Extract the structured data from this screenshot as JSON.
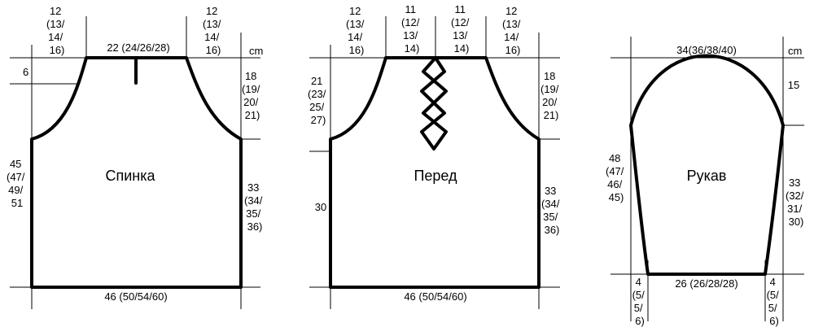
{
  "units": "cm",
  "back": {
    "title": "Спинка",
    "shoulder_left": [
      "12",
      "(13/",
      "14/",
      "16)"
    ],
    "shoulder_right": [
      "12",
      "(13/",
      "14/",
      "16)"
    ],
    "neck_width": "22 (24/26/28)",
    "neck_depth": "6",
    "armhole": [
      "18",
      "(19/",
      "20/",
      "21)"
    ],
    "body_length": [
      "45",
      "(47/",
      "49/",
      "51"
    ],
    "side": [
      "33",
      "(34/",
      "35/",
      "36)"
    ],
    "width": "46 (50/54/60)"
  },
  "front": {
    "title": "Перед",
    "shoulder_left": [
      "12",
      "(13/",
      "14/",
      "16)"
    ],
    "neck_left": [
      "11",
      "(12/",
      "13/",
      "14)"
    ],
    "neck_right": [
      "11",
      "(12/",
      "13/",
      "14)"
    ],
    "shoulder_right": [
      "12",
      "(13/",
      "14/",
      "16)"
    ],
    "armhole_left": [
      "21",
      "(23/",
      "25/",
      "27)"
    ],
    "armhole_right": [
      "18",
      "(19/",
      "20/",
      "21)"
    ],
    "lower": "30",
    "side": [
      "33",
      "(34/",
      "35/",
      "36)"
    ],
    "width": "46 (50/54/60)"
  },
  "sleeve": {
    "title": "Рукав",
    "cap_width": "34(36/38/40)",
    "cap_height": "15",
    "length_left": [
      "48",
      "(47/",
      "46/",
      "45)"
    ],
    "length_right": [
      "33",
      "(32/",
      "31/",
      "30)"
    ],
    "cuff_width": "26 (26/28/28)",
    "cuff_left": [
      "4",
      "(5/",
      "5/",
      "6)"
    ],
    "cuff_right": [
      "4",
      "(5/",
      "5/",
      "6)"
    ]
  }
}
